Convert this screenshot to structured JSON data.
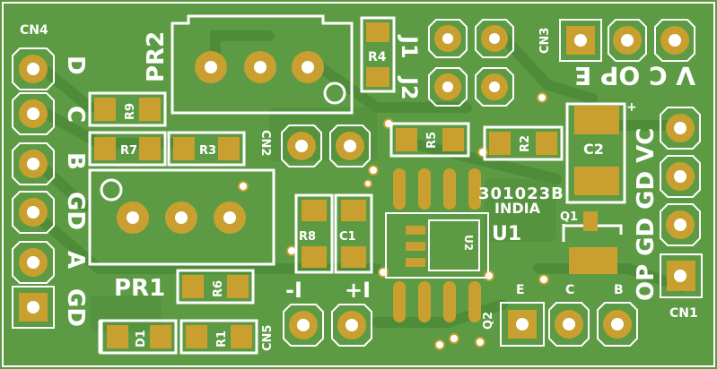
{
  "silk": {
    "cn4": "CN4",
    "cn3": "CN3",
    "cn2": "CN2",
    "cn1": "CN1",
    "cn5": "CN5",
    "pr2": "PR2",
    "pr1": "PR1",
    "j1": "J1",
    "j2": "J2",
    "r1": "R1",
    "r2": "R2",
    "r3": "R3",
    "r4": "R4",
    "r5": "R5",
    "r6": "R6",
    "r7": "R7",
    "r8": "R8",
    "r9": "R9",
    "c1": "C1",
    "c2": "C2",
    "d1": "D1",
    "u1": "U1",
    "u2": "U2",
    "q1": "Q1",
    "q2": "Q2",
    "part_no": "301023B",
    "country": "INDIA",
    "left_pins": [
      "D",
      "C",
      "B",
      "GD",
      "A",
      "GD"
    ],
    "cn3_label": "V C OP E",
    "cn1_label": "OP GD GD VC",
    "cn5_minus": "-I",
    "cn5_plus": "+I",
    "bottom_e": "E",
    "bottom_c": "C",
    "bottom_b": "B"
  },
  "colors": {
    "board": "#5c9b44",
    "trace": "#4b8a36",
    "pad": "#c9a030",
    "silk": "#ffffff",
    "hole": "#ffffff"
  }
}
